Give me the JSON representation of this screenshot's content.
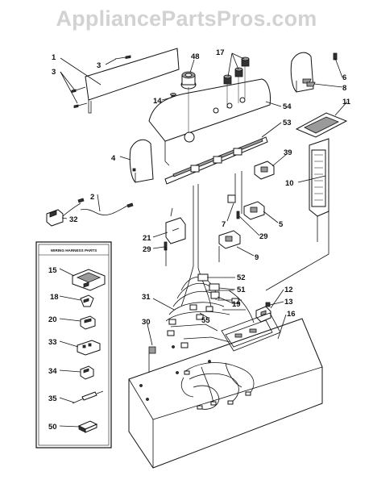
{
  "watermark": "AppliancePartsPros.com",
  "inset": {
    "title": "WIRING HARNESS PARTS"
  },
  "callouts": [
    "1",
    "2",
    "3",
    "3",
    "4",
    "5",
    "6",
    "7",
    "8",
    "9",
    "10",
    "11",
    "12",
    "13",
    "14",
    "15",
    "16",
    "17",
    "18",
    "19",
    "20",
    "21",
    "29",
    "29",
    "30",
    "31",
    "32",
    "33",
    "34",
    "35",
    "39",
    "48",
    "50",
    "51",
    "52",
    "53",
    "54",
    "55"
  ]
}
